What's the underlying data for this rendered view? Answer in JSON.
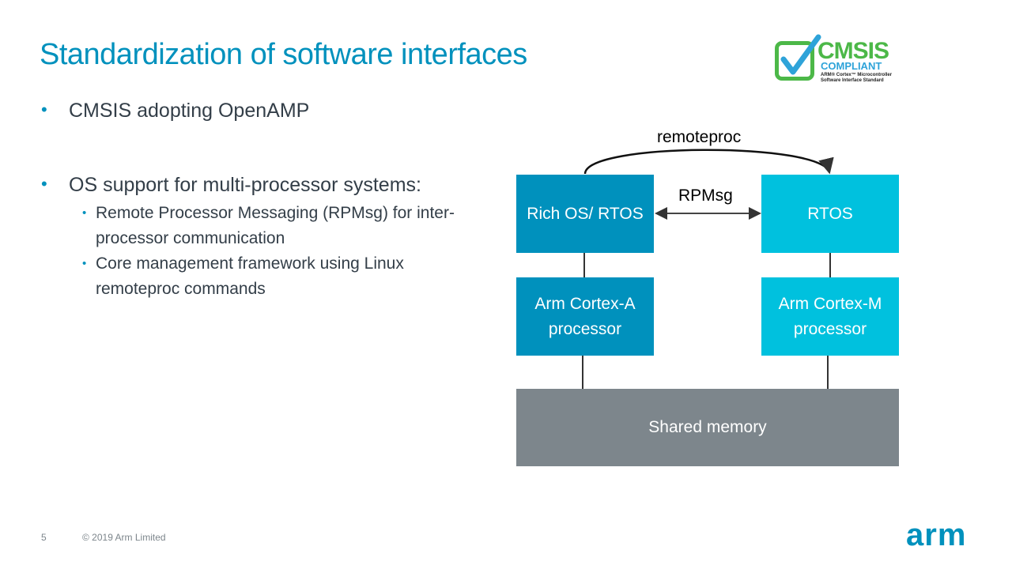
{
  "slide": {
    "title": "Standardization of software interfaces",
    "bullets": [
      {
        "text": "CMSIS adopting OpenAMP",
        "sub": []
      },
      {
        "text": "OS support for multi-processor systems:",
        "sub": [
          "Remote Processor Messaging (RPMsg) for inter-processor communication",
          "Core management framework using Linux remoteproc commands"
        ]
      }
    ],
    "bullet_glyph": "•"
  },
  "logo_badge": {
    "word": "CMSIS",
    "compliant": "COMPLIANT",
    "line1": "ARM® Cortex™ Microcontroller",
    "line2": "Software Interface Standard",
    "icon": "checkmark-icon"
  },
  "diagram": {
    "boxes": {
      "rich_os": "Rich OS/ RTOS",
      "rtos": "RTOS",
      "cortex_a": "Arm Cortex-A processor",
      "cortex_m": "Arm Cortex-M processor",
      "shared_memory": "Shared memory"
    },
    "labels": {
      "remoteproc": "remoteproc",
      "rpmsg": "RPMsg"
    },
    "colors": {
      "dark_blue": "#0091bd",
      "light_blue": "#00c1de",
      "gray": "#7d868c"
    }
  },
  "footer": {
    "page_number": "5",
    "copyright": "© 2019 Arm Limited",
    "brand": "arm"
  }
}
